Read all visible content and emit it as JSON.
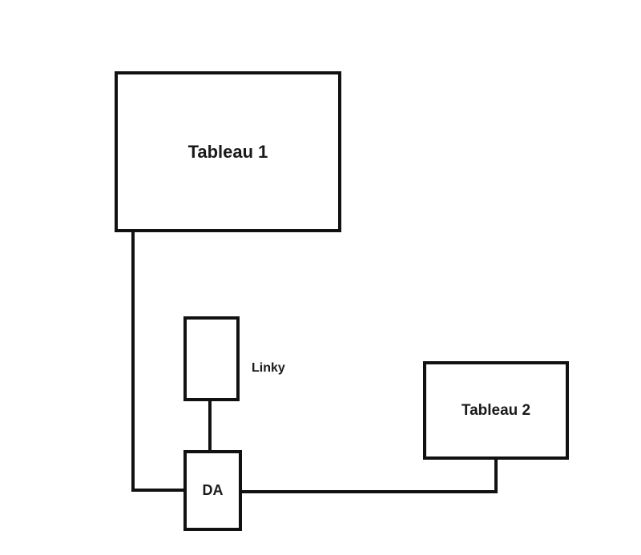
{
  "diagram": {
    "nodes": {
      "tableau1": {
        "label": "Tableau 1"
      },
      "tableau2": {
        "label": "Tableau 2"
      },
      "linky": {
        "label": "Linky"
      },
      "da": {
        "label": "DA"
      }
    },
    "edges": [
      {
        "from": "tableau1",
        "to": "da"
      },
      {
        "from": "linky",
        "to": "da"
      },
      {
        "from": "da",
        "to": "tableau2"
      }
    ],
    "colors": {
      "line": "#111111",
      "text": "#1a1a1a",
      "background": "#ffffff"
    }
  }
}
